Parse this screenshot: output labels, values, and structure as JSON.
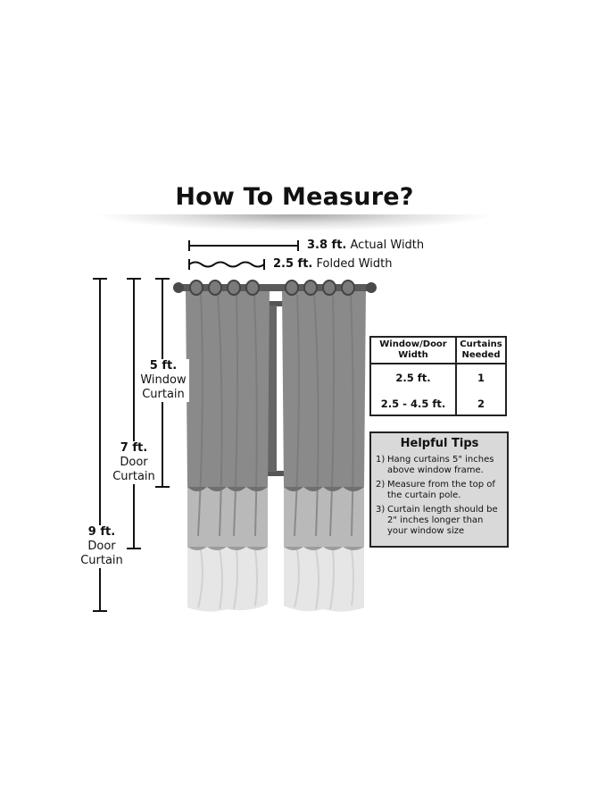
{
  "title": "How To Measure?",
  "widths": {
    "actual_value": "3.8 ft.",
    "actual_label": "Actual Width",
    "folded_value": "2.5 ft.",
    "folded_label": "Folded Width"
  },
  "heights": [
    {
      "value": "5 ft.",
      "line1": "Window",
      "line2": "Curtain"
    },
    {
      "value": "7 ft.",
      "line1": "Door",
      "line2": "Curtain"
    },
    {
      "value": "9 ft.",
      "line1": "Door",
      "line2": "Curtain"
    }
  ],
  "table": {
    "headers": [
      "Window/Door Width",
      "Curtains Needed"
    ],
    "rows": [
      {
        "width": "2.5 ft.",
        "count": "1"
      },
      {
        "width": "2.5 - 4.5 ft.",
        "count": "2"
      }
    ]
  },
  "tips": {
    "title": "Helpful Tips",
    "items": [
      {
        "n": "1)",
        "text": "Hang curtains 5\" inches above window frame."
      },
      {
        "n": "2)",
        "text": "Measure from the top of the curtain pole."
      },
      {
        "n": "3)",
        "text": "Curtain length should be 2\" inches longer than your window size"
      }
    ]
  }
}
